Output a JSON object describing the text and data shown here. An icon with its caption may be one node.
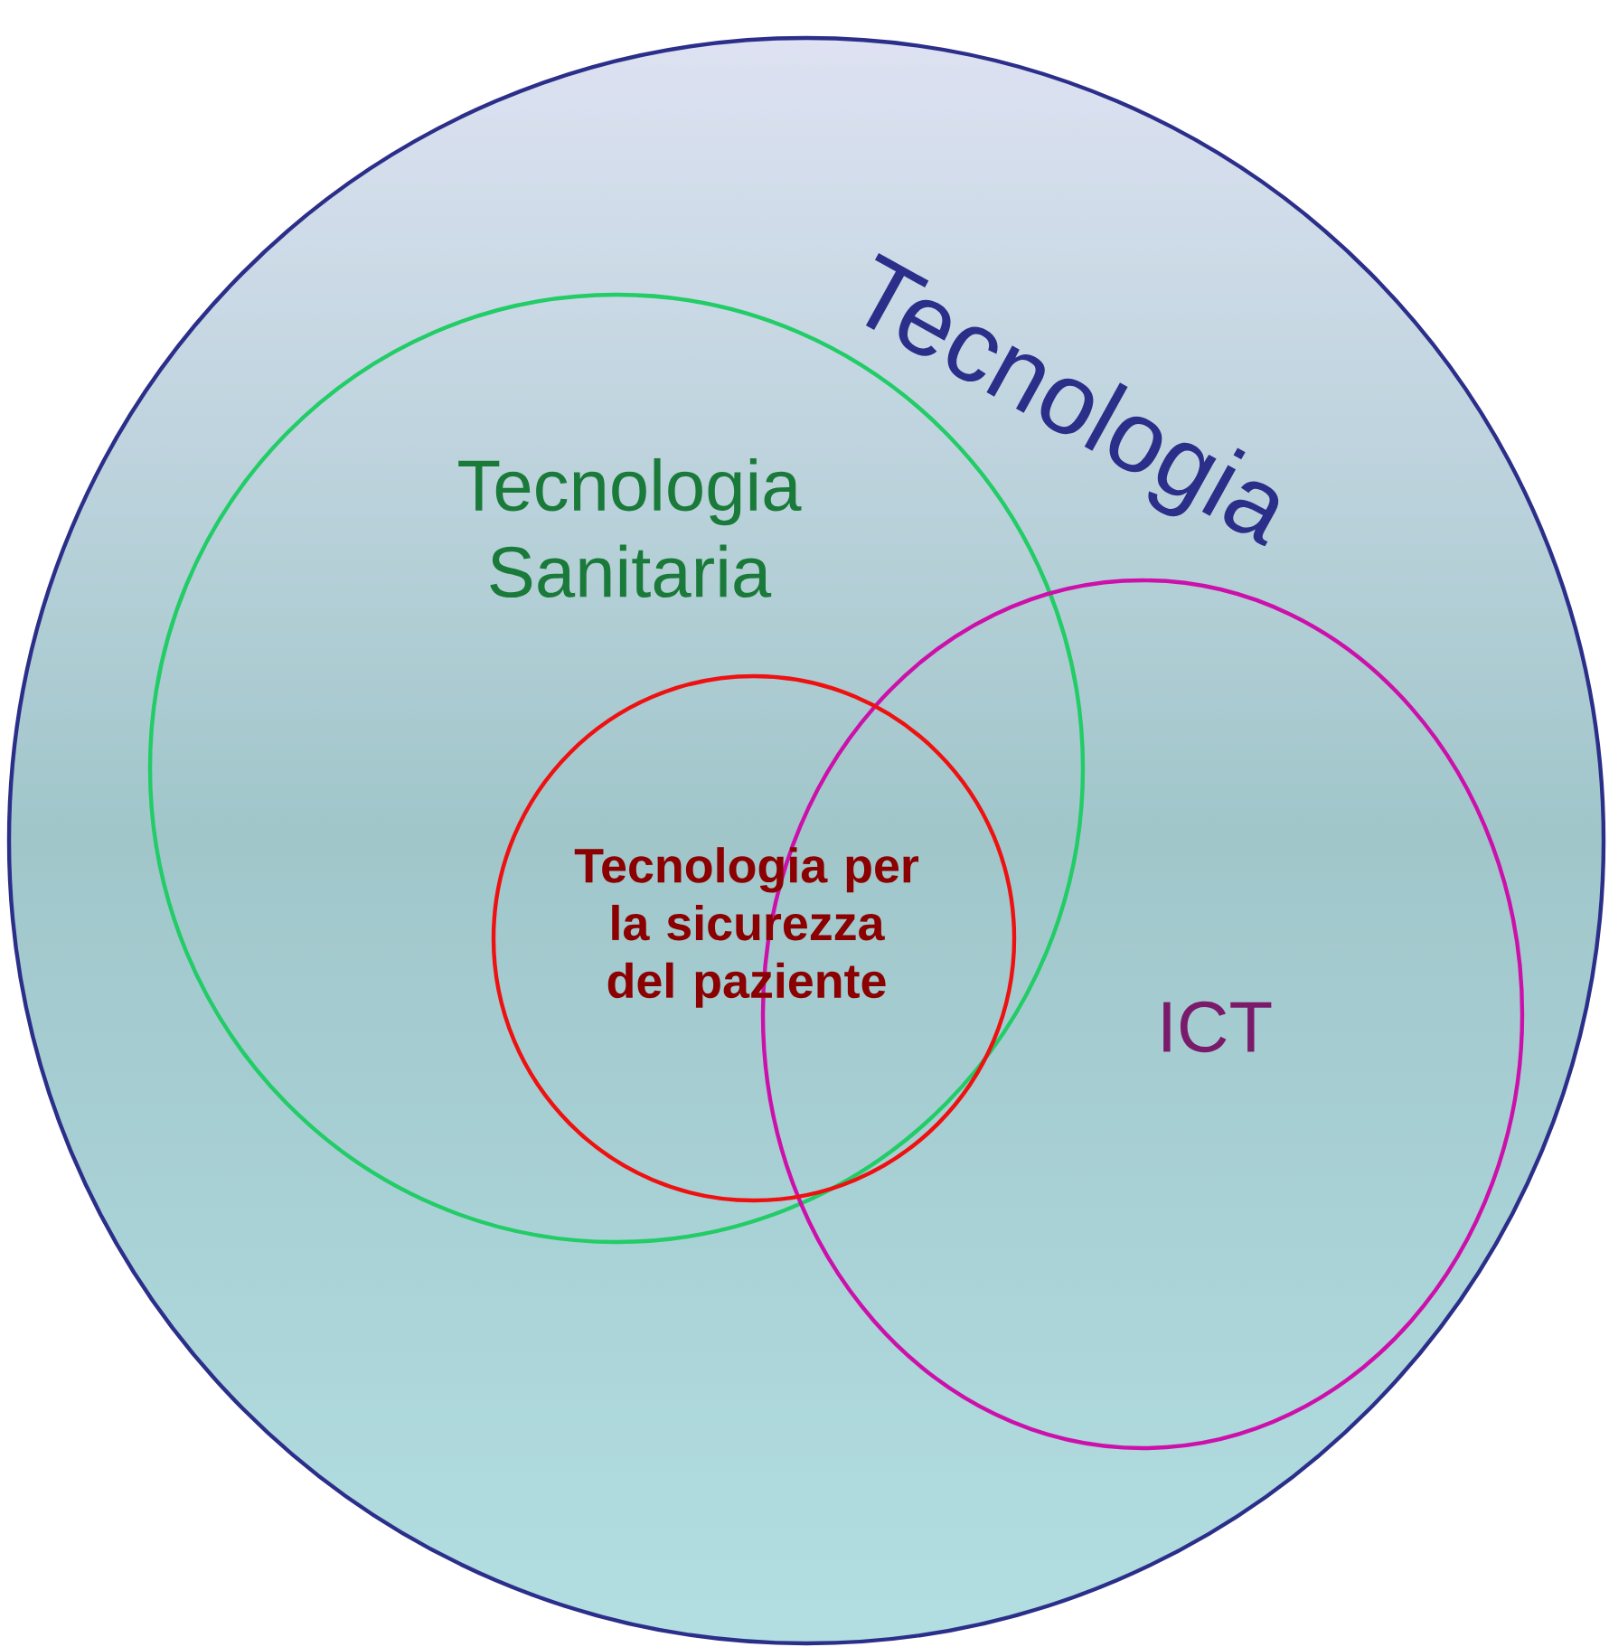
{
  "diagram": {
    "nodes": [
      {
        "text": [
          "Tecnologia"
        ]
      },
      {
        "text": [
          "Tecnologia Sanitaria"
        ],
        "in": 0
      },
      {
        "text": [
          "Tecnologia per la sicurezza del paziente"
        ],
        "in": 1
      },
      {
        "text": [
          "ICT"
        ],
        "in": 0
      }
    ]
  }
}
